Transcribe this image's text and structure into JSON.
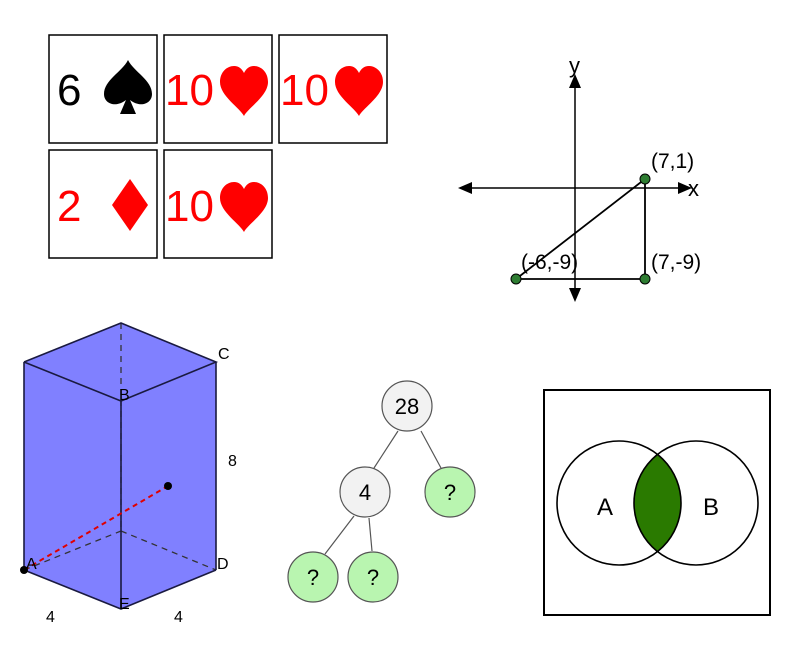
{
  "cards": {
    "items": [
      {
        "rank": "6",
        "suit": "spade",
        "color": "#000000"
      },
      {
        "rank": "10",
        "suit": "heart",
        "color": "#ff0000"
      },
      {
        "rank": "10",
        "suit": "heart",
        "color": "#ff0000"
      },
      {
        "rank": "2",
        "suit": "diamond",
        "color": "#ff0000"
      },
      {
        "rank": "10",
        "suit": "heart",
        "color": "#ff0000"
      }
    ]
  },
  "coordinate_plot": {
    "x_axis_label": "x",
    "y_axis_label": "y",
    "points": [
      {
        "label": "(7,1)",
        "x": 7,
        "y": 1
      },
      {
        "label": "(-6,-9)",
        "x": -6,
        "y": -9
      },
      {
        "label": "(7,-9)",
        "x": 7,
        "y": -9
      }
    ],
    "point_color": "#2e7d32"
  },
  "prism": {
    "vertex_labels": {
      "a": "A",
      "b": "B",
      "c": "C",
      "d": "D",
      "e": "E"
    },
    "dimension_labels": {
      "height": "8",
      "width_left": "4",
      "width_right": "4"
    },
    "face_color": "#8080ff",
    "diagonal_color": "#e00000"
  },
  "factor_tree": {
    "root": "28",
    "left": "4",
    "right": "?",
    "left_left": "?",
    "left_right": "?",
    "known_fill": "#f2f2f2",
    "unknown_fill": "#b9f5b0"
  },
  "venn": {
    "set_a_label": "A",
    "set_b_label": "B",
    "intersection_color": "#2a7a00"
  }
}
